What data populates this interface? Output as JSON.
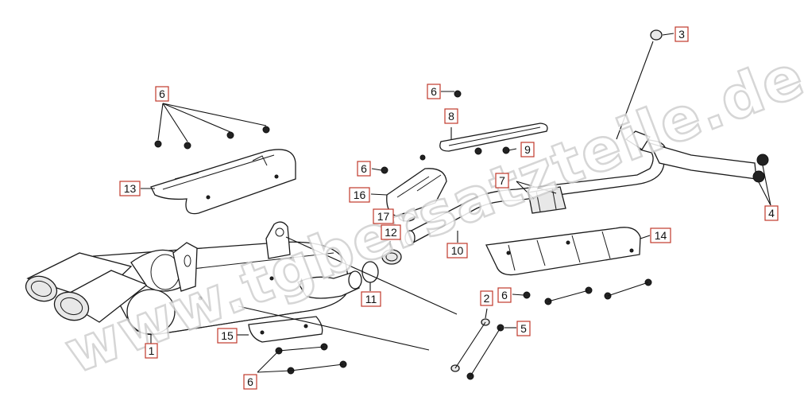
{
  "watermark": "www.tgbersatzteile.de",
  "callouts": [
    {
      "id": "c1",
      "label": "1"
    },
    {
      "id": "c2",
      "label": "2"
    },
    {
      "id": "c3",
      "label": "3"
    },
    {
      "id": "c4",
      "label": "4"
    },
    {
      "id": "c5",
      "label": "5"
    },
    {
      "id": "c6a",
      "label": "6"
    },
    {
      "id": "c6b",
      "label": "6"
    },
    {
      "id": "c6c",
      "label": "6"
    },
    {
      "id": "c6d",
      "label": "6"
    },
    {
      "id": "c6e",
      "label": "6"
    },
    {
      "id": "c7",
      "label": "7"
    },
    {
      "id": "c8",
      "label": "8"
    },
    {
      "id": "c9",
      "label": "9"
    },
    {
      "id": "c10",
      "label": "10"
    },
    {
      "id": "c11",
      "label": "11"
    },
    {
      "id": "c12",
      "label": "12"
    },
    {
      "id": "c13",
      "label": "13"
    },
    {
      "id": "c14",
      "label": "14"
    },
    {
      "id": "c15",
      "label": "15"
    },
    {
      "id": "c16",
      "label": "16"
    },
    {
      "id": "c17",
      "label": "17"
    }
  ],
  "colors": {
    "callout_border": "#c0392b",
    "line": "#1a1a1a"
  }
}
